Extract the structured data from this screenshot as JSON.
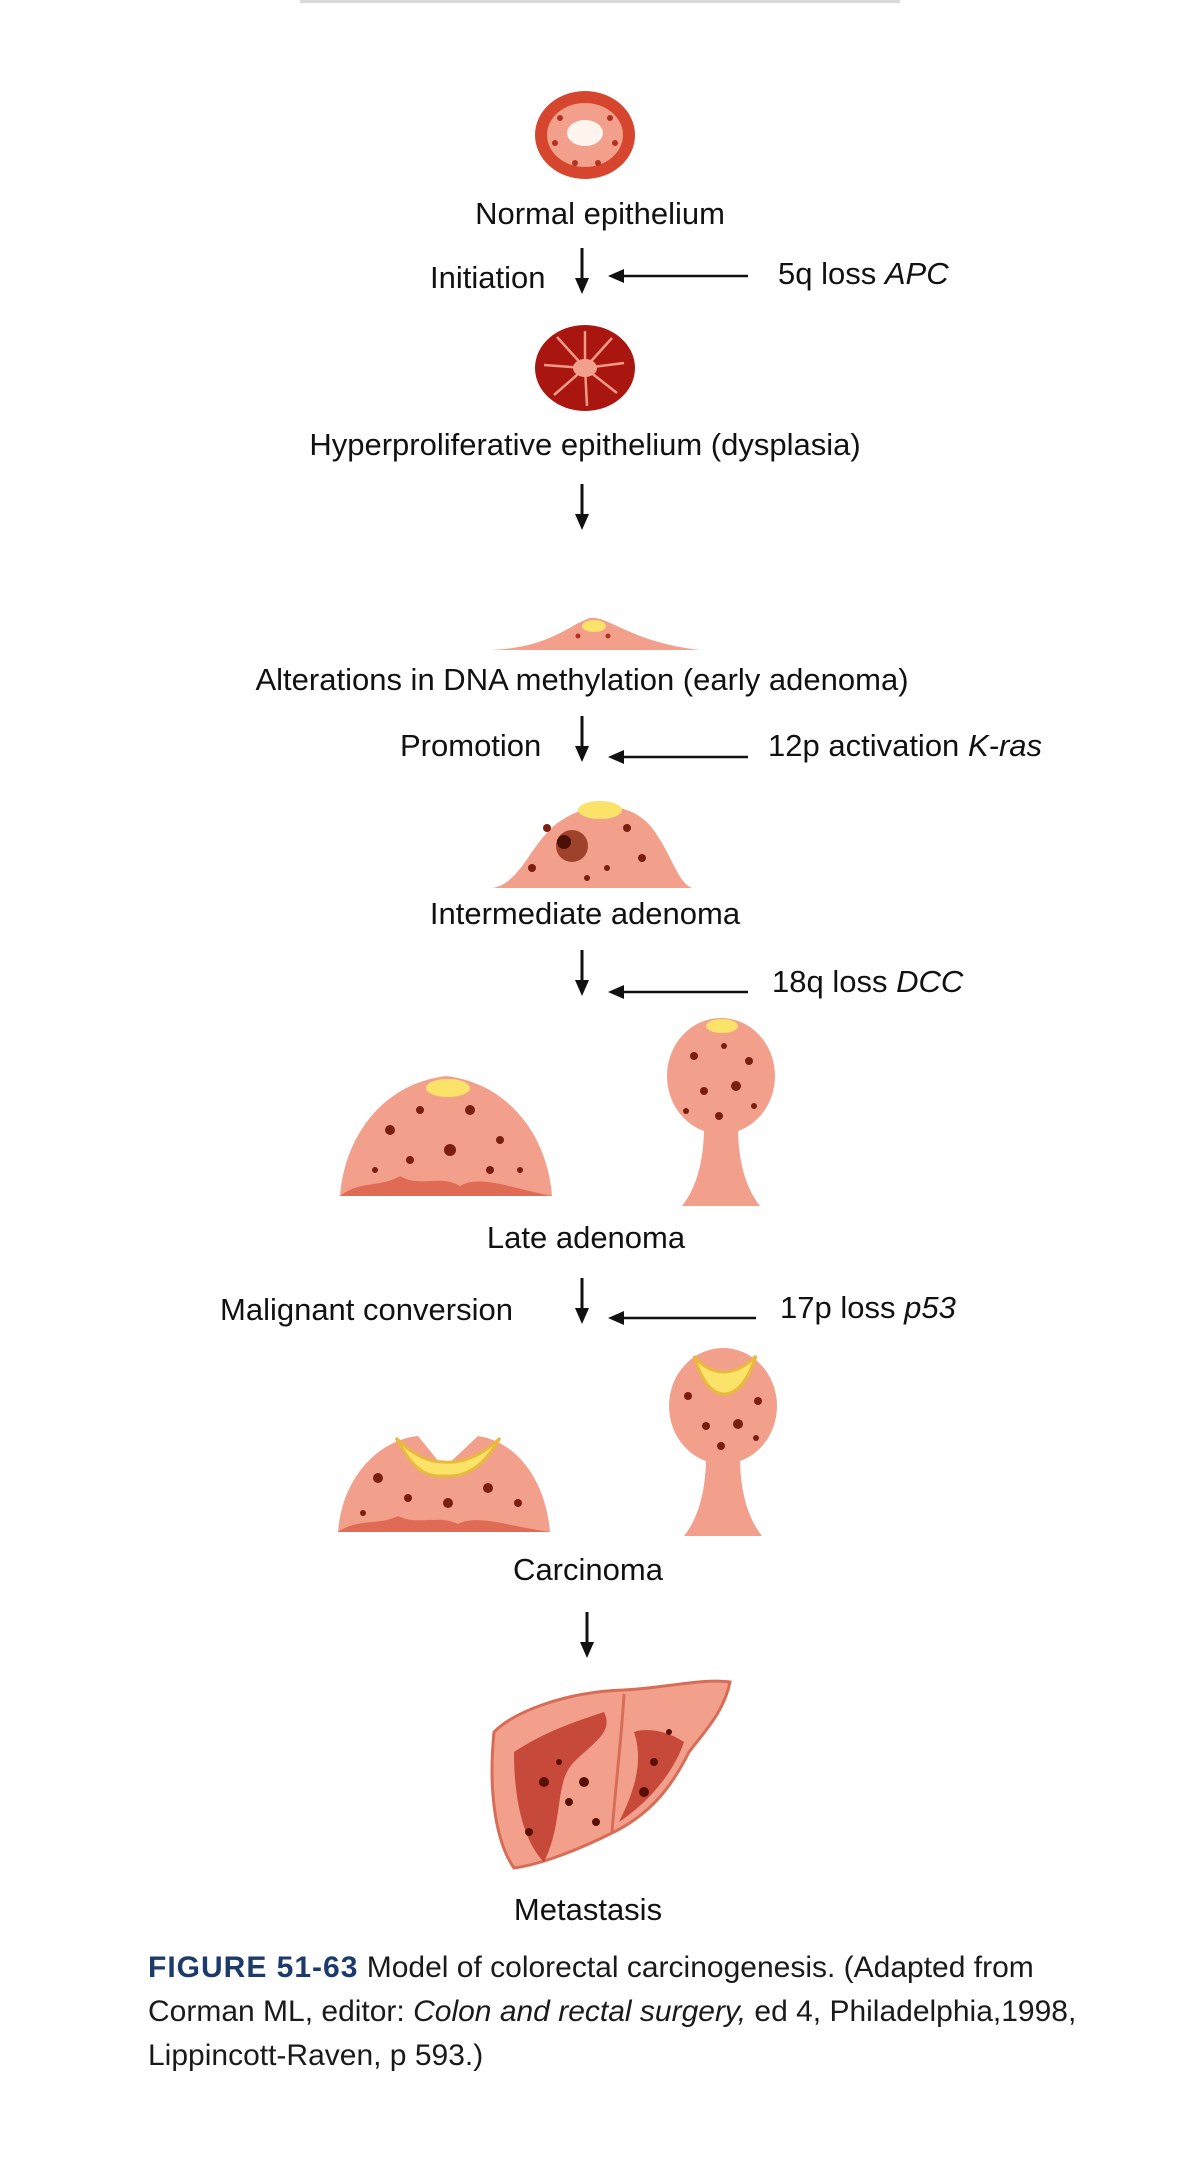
{
  "stages": {
    "normal": {
      "label": "Normal epithelium"
    },
    "hyper": {
      "label": "Hyperproliferative epithelium (dysplasia)"
    },
    "early": {
      "label": "Alterations in DNA methylation (early adenoma)"
    },
    "intermediate": {
      "label": "Intermediate adenoma"
    },
    "late": {
      "label": "Late adenoma"
    },
    "carcinoma": {
      "label": "Carcinoma"
    },
    "metastasis": {
      "label": "Metastasis"
    }
  },
  "steps": {
    "initiation": "Initiation",
    "promotion": "Promotion",
    "malignant": "Malignant conversion"
  },
  "genes": {
    "g1": {
      "prefix": "5q loss",
      "gene": "APC"
    },
    "g2": {
      "prefix": "12p activation",
      "gene": "K-ras"
    },
    "g3": {
      "prefix": "18q loss",
      "gene": "DCC"
    },
    "g4": {
      "prefix": "17p loss",
      "gene": "p53"
    }
  },
  "caption": {
    "figure": "FIGURE 51-63",
    "text1": " Model of colorectal carcinogenesis. (Adapted from Corman ML, editor: ",
    "book": "Colon and rectal surgery,",
    "text2": " ed 4, Philadelphia,1998, Lippincott-Raven, p 593.)"
  },
  "colors": {
    "tissue": "#f2a08c",
    "tissue_dark": "#c0392b",
    "cell_dark": "#7a1e10",
    "highlight": "#fbe36a"
  }
}
